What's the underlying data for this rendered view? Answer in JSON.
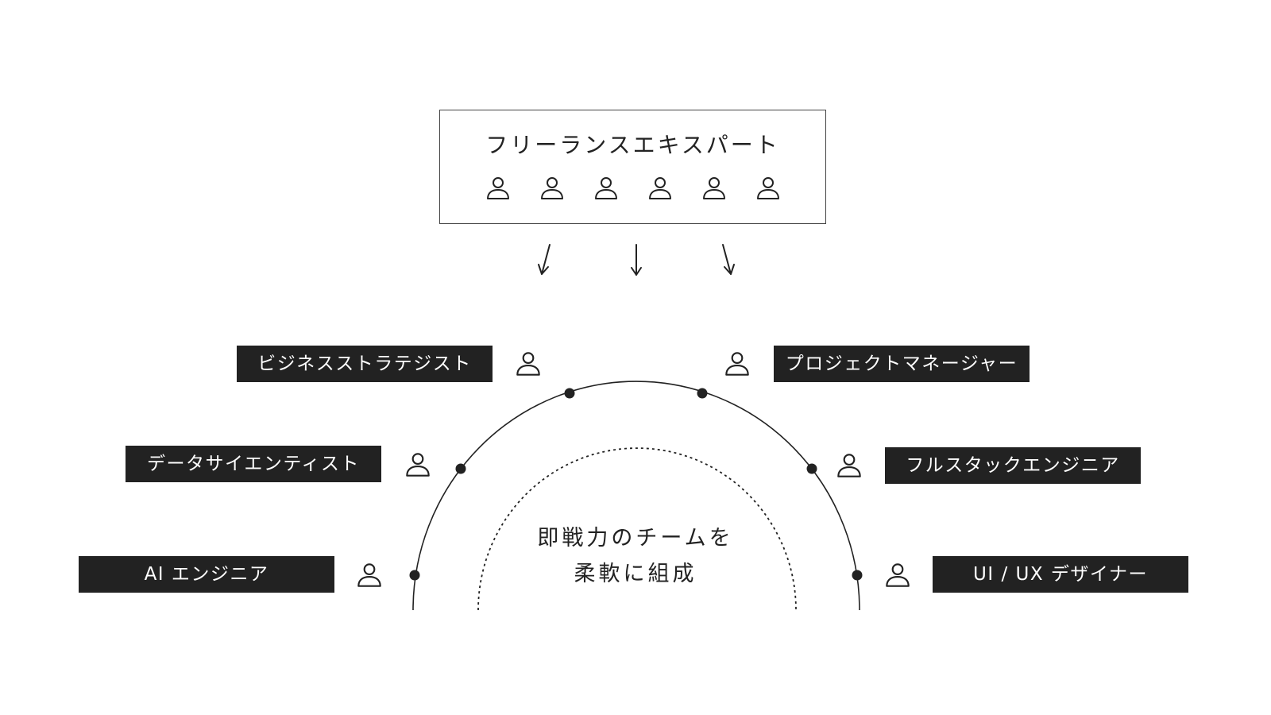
{
  "pool": {
    "title": "フリーランスエキスパート",
    "icon": "person-icon",
    "people_count": 6
  },
  "center": {
    "line1": "即戦力のチームを",
    "line2": "柔軟に組成"
  },
  "roles": {
    "business_strategist": "ビジネスストラテジスト",
    "project_manager": "プロジェクトマネージャー",
    "data_scientist": "データサイエンティスト",
    "fullstack_engineer": "フルスタックエンジニア",
    "ai_engineer": "AI エンジニア",
    "uiux_designer": "UI / UX デザイナー"
  },
  "colors": {
    "ink": "#222222",
    "label_bg": "#222222",
    "label_text": "#ffffff",
    "background": "#ffffff"
  }
}
